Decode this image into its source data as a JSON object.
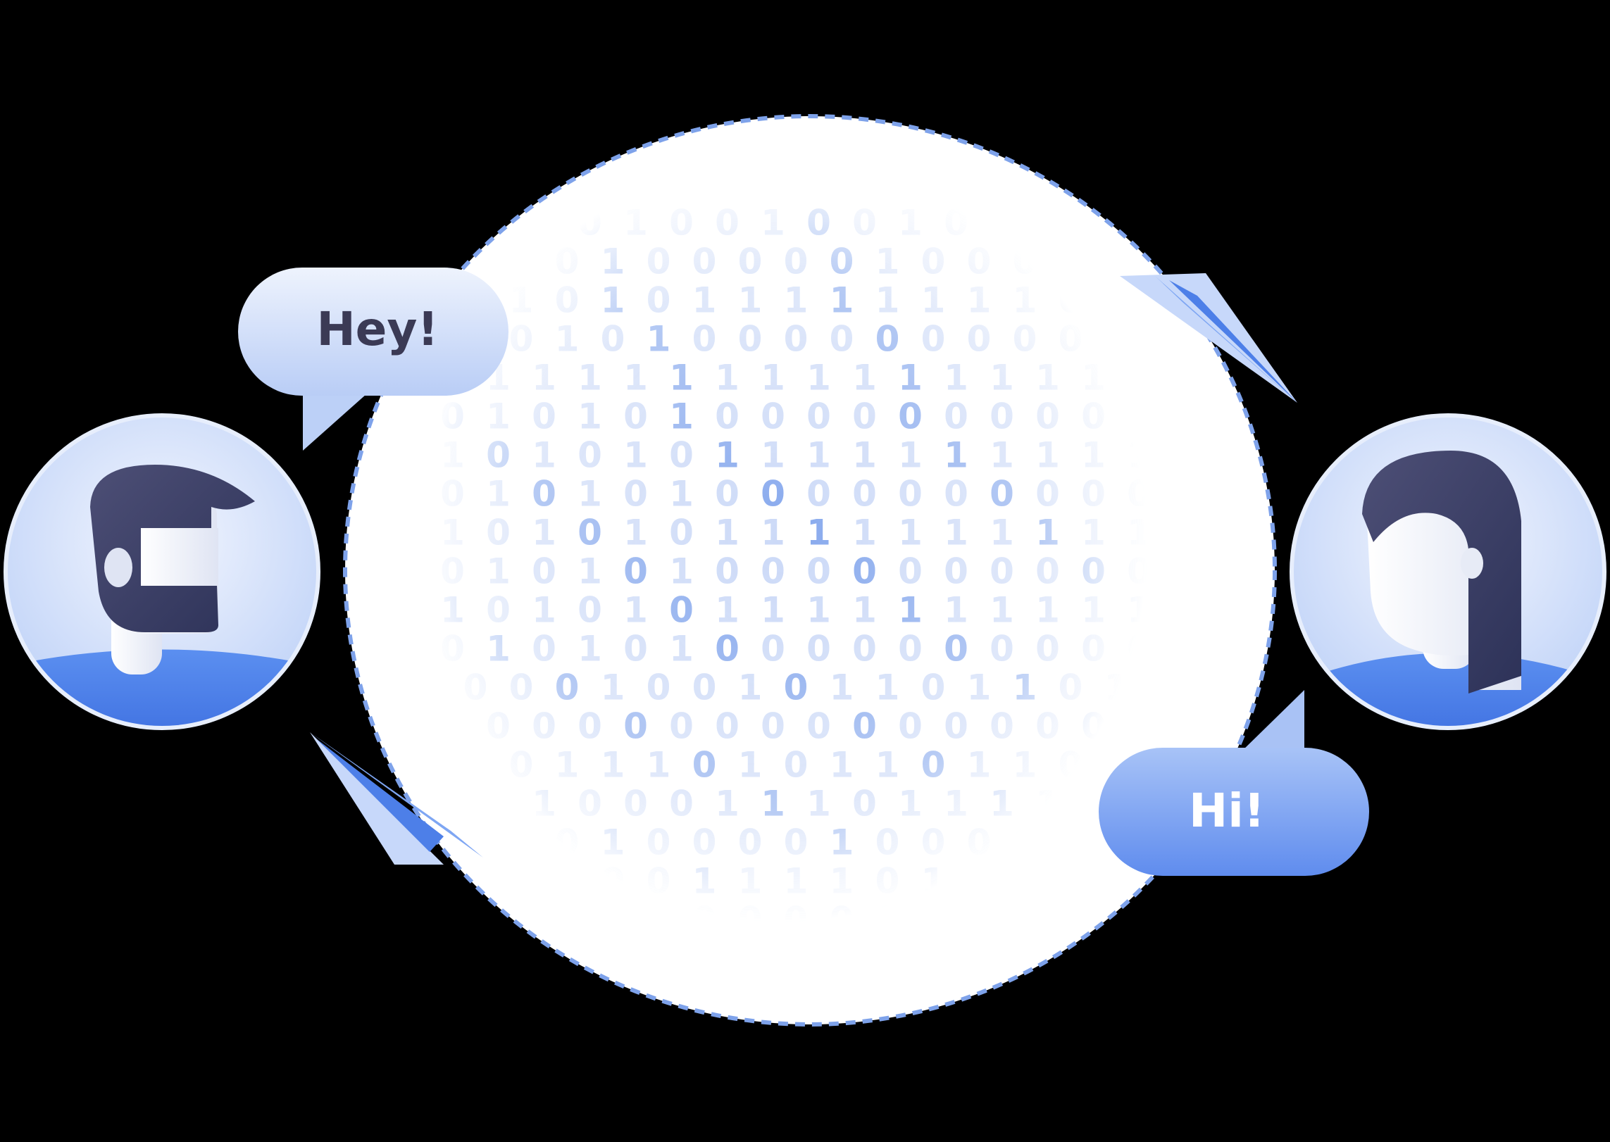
{
  "messages": {
    "left_greeting": "Hey!",
    "right_greeting": "Hi!"
  },
  "binary_grid": [
    "0 1 0 0 1 0 0 1 0 1",
    "0 1 0 0 0 0 0 1 0 0 0",
    "1 0 1 0 1 1 1 1 1 1 1 1 0",
    "0 1 0 1 0 0 0 0 0 0 0 0 0",
    "1 1 1 1 1 1 1 1 1 1 1 1 1 1",
    "0 1 0 1 0 1 0 0 0 0 0 0 0 0 0 0",
    "1 0 1 0 1 0 1 1 1 1 1 1 1 1 1 1",
    "0 1 0 1 0 1 0 0 0 0 0 0 0 0 0 0",
    "1 0 1 0 1 0 1 1 1 1 1 1 1 1 1 1",
    "0 1 0 1 0 1 0 0 0 0 0 0 0 0 0 0",
    "1 0 1 0 1 0 1 1 1 1 1 1 1 1 1 1",
    "0 1 0 1 0 1 0 0 0 0 0 0 0 0 0 0",
    "0 0 0 1 0 0 1 0 1 1 0 1 1 0 1",
    "0 0 0 0 0 0 0 0 0 0 0 0 0 0",
    "0 1 1 1 0 1 0 1 1 0 1 1 0",
    "1 0 0 0 1 1 1 0 1 1 1 1",
    "0 1 0 0 0 0 1 0 0 0 0",
    "0 0 1 1 1 1 0 1 1",
    "0 0 0 0 0"
  ],
  "colors": {
    "background": "#000000",
    "circle_fill": "#ffffff",
    "dashed_ring": "#7ea2ea",
    "accent_blue": "#5b8def",
    "bubble_light": "#dbe6fb",
    "bubble_dark_text": "#3b3a55",
    "hair_dark": "#34385e",
    "skin": "#eef1fa",
    "shirt_blue": "#5084ec"
  },
  "icons": {
    "left_avatar": "man-with-beard-avatar-icon",
    "right_avatar": "woman-avatar-icon",
    "left_plane": "paper-plane-icon",
    "right_plane": "paper-plane-icon"
  }
}
